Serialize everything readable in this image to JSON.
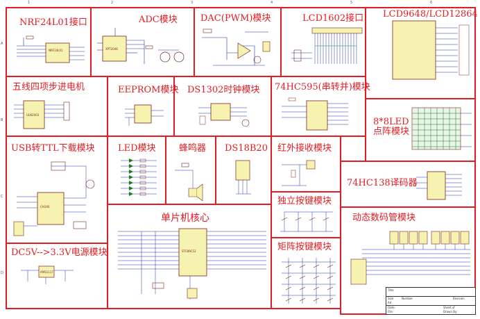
{
  "blocks": {
    "nrf": "NRF24L01接口",
    "adc": "ADC模块",
    "dac": "DAC(PWM)模块",
    "lcd1602": "LCD1602接口",
    "lcd9648": "LCD9648/LCD12864",
    "stepper": "五线四项步进电机",
    "eeprom": "EEPROM模块",
    "ds1302": "DS1302时钟模块",
    "hc595": "74HC595(串转并)模块",
    "led_matrix_line1": "8*8LED",
    "led_matrix_line2": "点阵模块",
    "usb": "USB转TTL下载模块",
    "led": "LED模块",
    "buzzer": "蜂鸣器",
    "ds18b20": "DS18B20",
    "ir": "红外接收模块",
    "hc138": "74HC138译码器",
    "mcu": "单片机核心",
    "key": "独立按键模块",
    "seg": "动态数码管模块",
    "power": "DC5V-->3.3V电源模块",
    "matrix_key": "矩阵按键模块"
  },
  "frame": {
    "top_numbers": [
      "1",
      "2",
      "3",
      "4",
      "5",
      "6"
    ],
    "side_letters": [
      "A",
      "B",
      "C",
      "D"
    ]
  },
  "titleblock": {
    "title": "Title",
    "size": "Size",
    "number": "Number",
    "revision": "Revision",
    "size_value": "A4",
    "date_label": "Date:",
    "file_label": "File:",
    "sheet_label": "Sheet of",
    "drawn_label": "Drawn By:"
  },
  "colors": {
    "border": "#e31c23",
    "wire": "#1f2fb0",
    "component": "#7a2222",
    "ic_fill": "#f6f3b0",
    "net": "#1a7a1a"
  }
}
